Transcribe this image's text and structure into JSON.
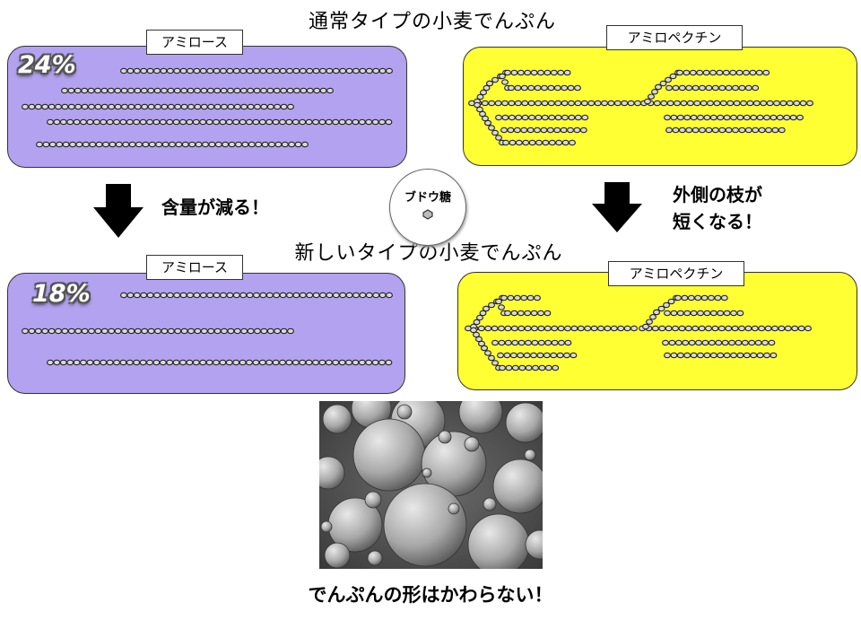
{
  "titles": {
    "normal": "通常タイプの小麦でんぷん",
    "new": "新しいタイプの小麦でんぷん"
  },
  "labels": {
    "amylose": "アミロース",
    "amylopectin": "アミロペクチン"
  },
  "percentages": {
    "normal": "24%",
    "new": "18%"
  },
  "notes": {
    "content_decreases": "含量が減る！",
    "branches_line1": "外側の枝が",
    "branches_line2": "短くなる！"
  },
  "glucose": {
    "label": "ブドウ糖"
  },
  "caption": "でんぷんの形はかわらない！",
  "colors": {
    "amylose_panel": "#b3a2f0",
    "amylopectin_panel": "#ffff33"
  },
  "icons": [
    "down-arrow-icon",
    "glucose-unit-icon"
  ]
}
